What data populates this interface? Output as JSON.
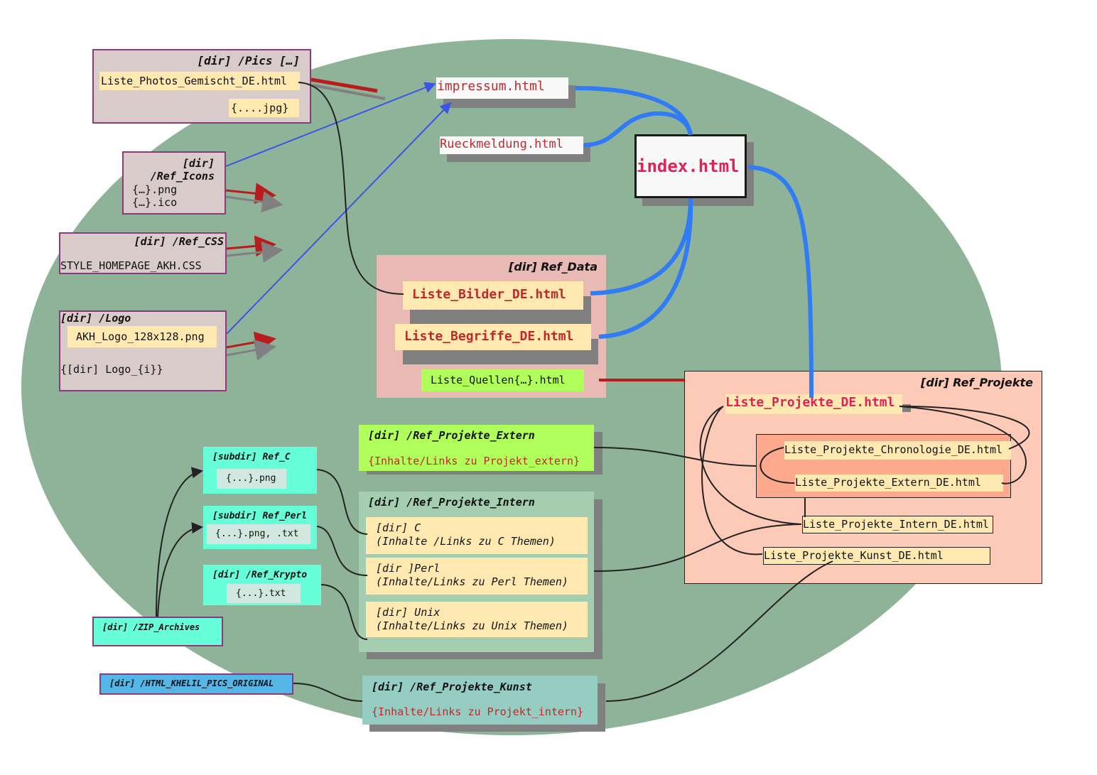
{
  "colors": {
    "ellipse": "#8fb398",
    "dir_box": "#d9cbc9",
    "dir_border": "#8b3a7e",
    "file_bg": "#ffe9b0",
    "ref_data": "#e9bab3",
    "ref_projekte": "#fecab8",
    "ref_projekte_inner": "#fda98e",
    "green_box": "#b0ff5a",
    "intern_box": "#a5cdaf",
    "cyan_box": "#66ffd9",
    "kunst_box": "#96cdc2",
    "blue_link": "#2f7cf6",
    "red_link": "#b81c1c",
    "html_red": "#c0292b",
    "index_pink": "#e0215a"
  },
  "pics": {
    "title": "[dir] /Pics […]",
    "file": "Liste_Photos_Gemischt_DE.html",
    "jpg": "{....jpg}"
  },
  "icons": {
    "title1": "[dir]",
    "title2": "/Ref_Icons",
    "png": "{…}.png",
    "ico": "{…}.ico"
  },
  "css": {
    "title": "[dir] /Ref_CSS",
    "file": "STYLE_HOMEPAGE_AKH.CSS"
  },
  "logo": {
    "title": "[dir] /Logo",
    "file": "AKH_Logo_128x128.png",
    "sub": "{[dir] Logo_{i}}"
  },
  "impressum": "impressum.html",
  "rueckmeldung": "Rueckmeldung.html",
  "index": "index.html",
  "ref_data": {
    "title": "[dir] Ref_Data",
    "bilder": "Liste_Bilder_DE.html",
    "begriffe": "Liste_Begriffe_DE.html",
    "quellen": "Liste_Quellen{…}.html"
  },
  "ref_projekte": {
    "title": "[dir] Ref_Projekte",
    "main": "Liste_Projekte_DE.html",
    "chrono": "Liste_Projekte_Chronologie_DE.html",
    "extern": "Liste_Projekte_Extern_DE.html",
    "intern": "Liste_Projekte_Intern_DE.html",
    "kunst": "Liste_Projekte_Kunst_DE.html"
  },
  "proj_extern": {
    "title": "[dir] /Ref_Projekte_Extern",
    "content": "{Inhalte/Links zu Projekt_extern}"
  },
  "proj_intern": {
    "title": "[dir] /Ref_Projekte_Intern",
    "items": [
      {
        "l1": "[dir] C",
        "l2": "(Inhalte /Links zu C Themen)"
      },
      {
        "l1": "[dir ]Perl",
        "l2": "(Inhalte/Links zu Perl Themen)"
      },
      {
        "l1": "[dir] Unix",
        "l2": "(Inhalte/Links zu Unix Themen)"
      }
    ]
  },
  "proj_kunst": {
    "title": "[dir] /Ref_Projekte_Kunst",
    "content": "{Inhalte/Links zu Projekt_intern}"
  },
  "ref_c": {
    "title": "[subdir] Ref_C",
    "file": "{...}.png"
  },
  "ref_perl": {
    "title": "[subdir] Ref_Perl",
    "file": "{...}.png, .txt"
  },
  "ref_krypto": {
    "title": "[dir] /Ref_Krypto",
    "file": "{...}.txt"
  },
  "zip": "[dir] /ZIP_Archives",
  "khelil": "[dir] /HTML_KHELIL_PICS_ORIGINAL"
}
